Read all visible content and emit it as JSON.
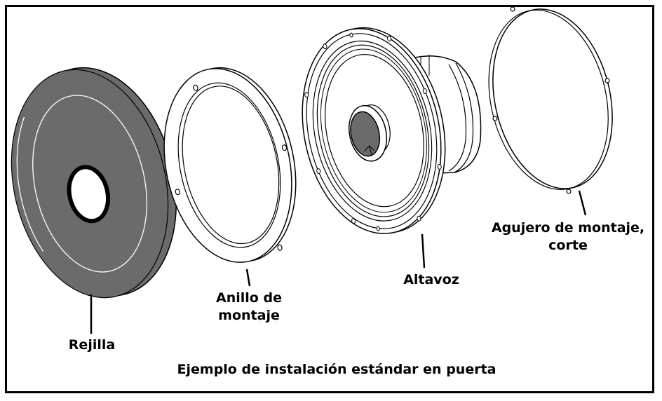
{
  "labels": {
    "grille": "Rejilla",
    "mounting_ring_line1": "Anillo de",
    "mounting_ring_line2": "montaje",
    "speaker": "Altavoz",
    "cutout_line1": "Agujero de montaje,",
    "cutout_line2": "corte"
  },
  "caption": "Ejemplo de instalación estándar en puerta",
  "colors": {
    "grille_fill": "#6b6b6b",
    "line": "#000000",
    "background": "#ffffff"
  }
}
